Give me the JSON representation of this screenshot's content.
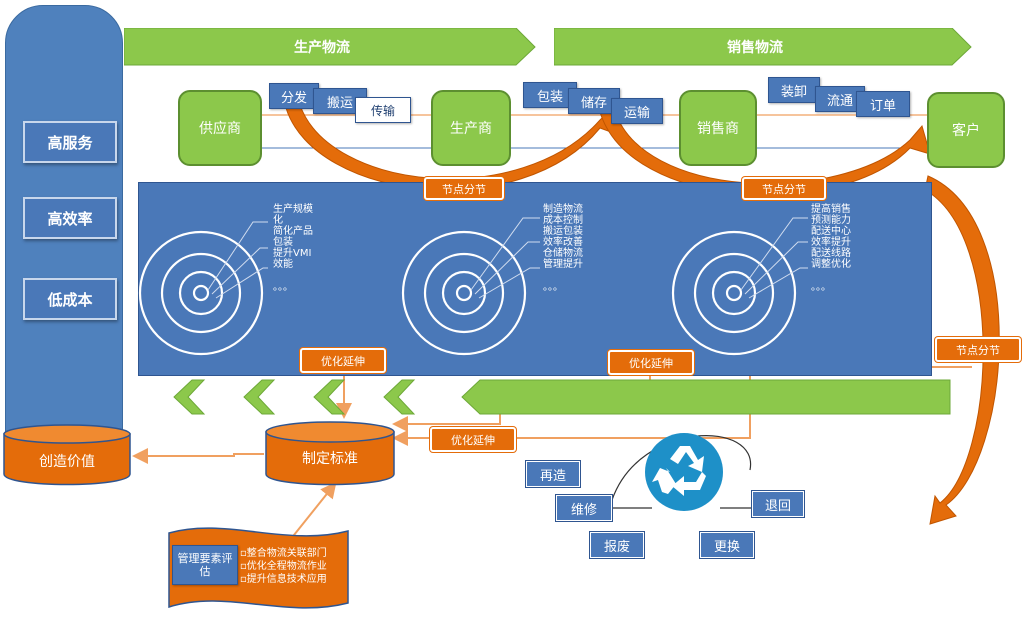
{
  "side_labels": [
    "高服务",
    "高效率",
    "低成本"
  ],
  "bands": {
    "production": "生产物流",
    "sales": "销售物流"
  },
  "nodes": [
    "供应商",
    "生产商",
    "销售商",
    "客户"
  ],
  "process_tags": [
    "分发",
    "搬运",
    "传输",
    "包装",
    "储存",
    "运输",
    "装卸",
    "流通",
    "订单"
  ],
  "split_label": "节点分节",
  "extend_label": "优化延伸",
  "panel_lists": [
    [
      "生产规模",
      "化",
      "简化产品",
      "包装",
      "提升VMI",
      "效能",
      "。。。"
    ],
    [
      "制造物流",
      "成本控制",
      "搬运包装",
      "效率改善",
      "仓储物流",
      "管理提升",
      "。。。"
    ],
    [
      "提高销售",
      "预测能力",
      "配送中心",
      "效率提升",
      "配送线路",
      "调整优化",
      "。。。"
    ]
  ],
  "value_cylinder": "创造价值",
  "standard_cylinder": "制定标准",
  "mgmt": {
    "title": "管理要素评估",
    "items": [
      "整合物流关联部门",
      "优化全程物流作业",
      "提升信息技术应用"
    ]
  },
  "recycle_tags": [
    "再造",
    "维修",
    "退回",
    "报废",
    "更换"
  ],
  "colors": {
    "blue": "#4a78b8",
    "green": "#8cc84b",
    "orange": "#e46c0a",
    "light_orange": "#f0a060"
  }
}
